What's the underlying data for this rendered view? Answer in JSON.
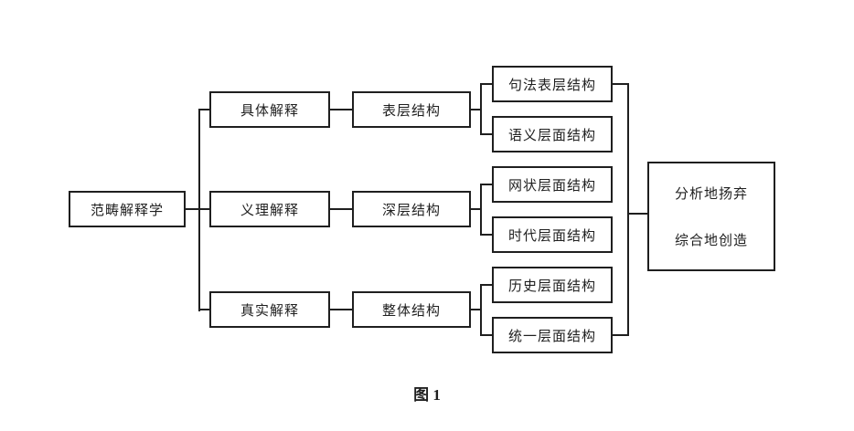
{
  "figure": {
    "caption": "图 1"
  },
  "diagram": {
    "root": "范畴解释学",
    "branches": [
      {
        "interpretation": "具体解释",
        "structure": "表层结构",
        "layers": [
          "句法表层结构",
          "语义层面结构"
        ]
      },
      {
        "interpretation": "义理解释",
        "structure": "深层结构",
        "layers": [
          "网状层面结构",
          "时代层面结构"
        ]
      },
      {
        "interpretation": "真实解释",
        "structure": "整体结构",
        "layers": [
          "历史层面结构",
          "统一层面结构"
        ]
      }
    ],
    "synthesis": [
      "分析地扬弃",
      "综合地创造"
    ]
  },
  "colors": {
    "line": "#1f1f1f",
    "background": "#ffffff",
    "text": "#1f1f1f"
  }
}
